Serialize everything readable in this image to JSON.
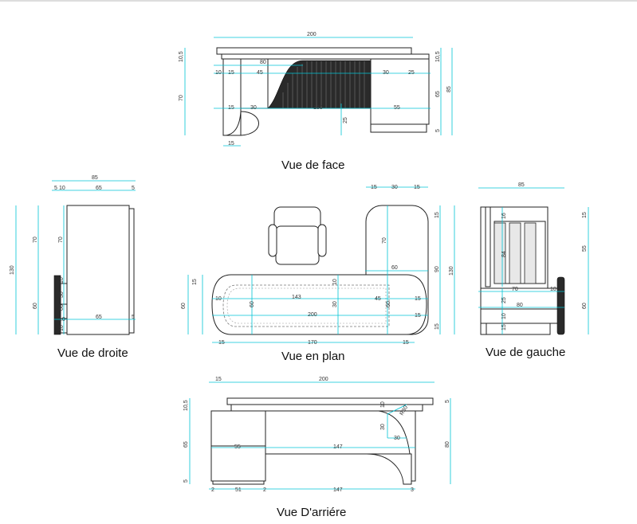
{
  "views": {
    "face": {
      "title": "Vue de face",
      "dims": [
        "200",
        "10,5",
        "70",
        "80",
        "10",
        "15",
        "45",
        "30",
        "25",
        "15",
        "30",
        "180",
        "25",
        "55",
        "15",
        "10,5",
        "65",
        "85",
        "5"
      ]
    },
    "droite": {
      "title": "Vue de droite",
      "dims": [
        "85",
        "5",
        "10",
        "65",
        "5",
        "130",
        "70",
        "70",
        "60",
        "10",
        "30",
        "60",
        "10",
        "10",
        "65",
        "5"
      ]
    },
    "plan": {
      "title": "Vue en plan",
      "dims": [
        "15",
        "30",
        "15",
        "70",
        "60",
        "15",
        "60",
        "10",
        "143",
        "60",
        "30",
        "45",
        "60",
        "15",
        "200",
        "10",
        "15",
        "15",
        "170",
        "15",
        "15",
        "90",
        "130",
        "15"
      ]
    },
    "gauche": {
      "title": "Vue de gauche",
      "dims": [
        "85",
        "16",
        "15",
        "84",
        "55",
        "70",
        "10",
        "25",
        "80",
        "10",
        "15",
        "10",
        "60"
      ]
    },
    "arriere": {
      "title": "Vue D'arriére",
      "dims": [
        "15",
        "200",
        "10,5",
        "5",
        "10",
        "R30",
        "30",
        "30",
        "65",
        "55",
        "147",
        "80",
        "5",
        "2",
        "51",
        "2",
        "147",
        "3"
      ]
    }
  }
}
